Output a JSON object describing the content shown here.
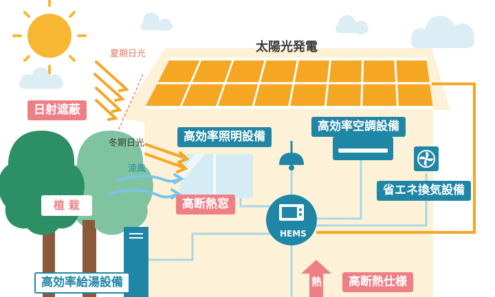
{
  "colors": {
    "sky_blue": "#1f86a6",
    "pink": "#ee7f87",
    "orange": "#f5a623",
    "house": "#fdf1d7",
    "pipe": "#a9d8e4",
    "tree_dark": "#2d8f66",
    "tree_light": "#7fc3a0",
    "trunk": "#8a5a3b"
  },
  "labels": {
    "solar": "太陽光発電",
    "summer_sun": "夏期日光",
    "shade": "日射遮蔽",
    "winter_sun": "冬期日光",
    "lighting": "高効率照明設備",
    "aircon": "高効率空調設備",
    "breeze": "涼風",
    "ventilation": "省エネ換気設備",
    "planting": "植 栽",
    "window": "高断熱窓",
    "hems": "HEMS",
    "water_heater": "高効率給湯設備",
    "heat": "熱",
    "insulation": "高断熱仕様"
  }
}
